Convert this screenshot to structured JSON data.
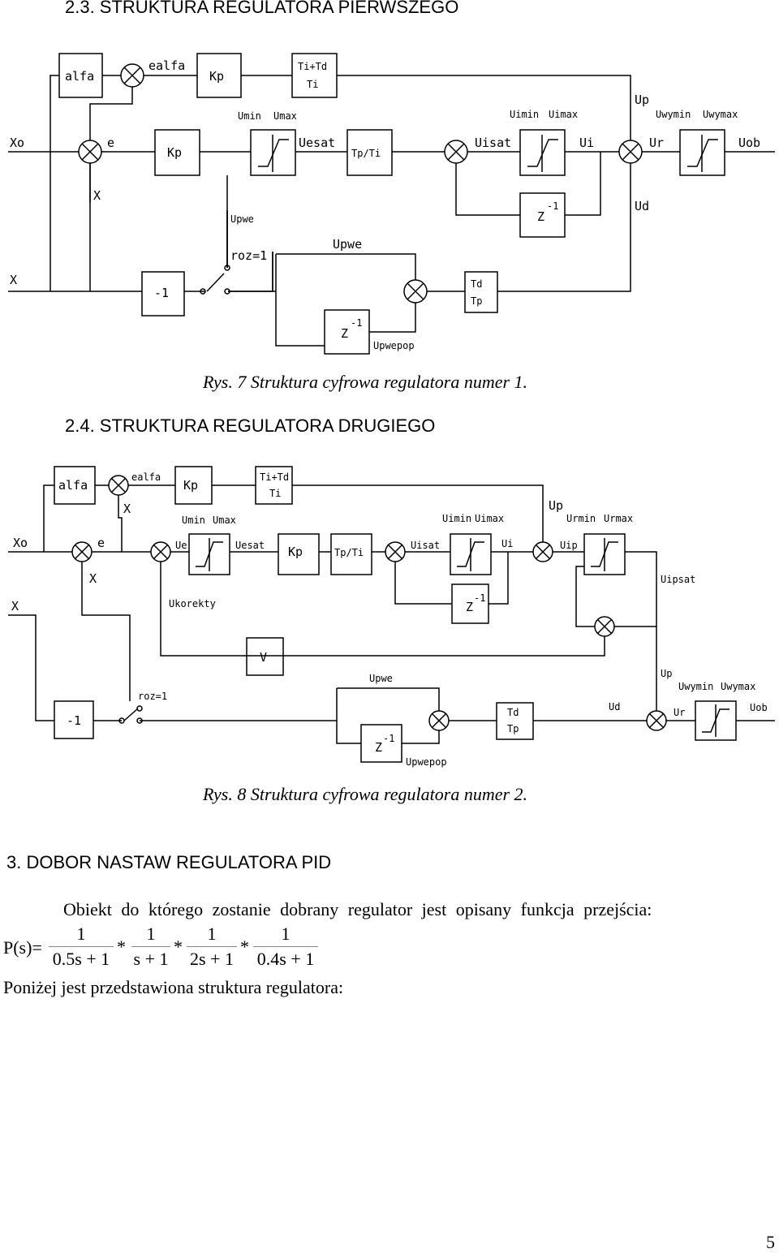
{
  "sections": {
    "s23": "2.3. STRUKTURA REGULATORA PIERWSZEGO",
    "s24": "2.4. STRUKTURA REGULATORA DRUGIEGO",
    "s3": "3. DOBOR NASTAW REGULATORA PID"
  },
  "captions": {
    "fig7": "Rys. 7 Struktura cyfrowa regulatora numer 1.",
    "fig8": "Rys. 8 Struktura cyfrowa regulatora numer 2."
  },
  "diagram1": {
    "alfa": "alfa",
    "ealfa": "ealfa",
    "kp_top": "Kp",
    "tiTd": "Ti+Td",
    "ti": "Ti",
    "xo": "Xo",
    "e": "e",
    "x1": "X",
    "kp": "Kp",
    "umin": "Umin",
    "umax": "Umax",
    "uesat": "Uesat",
    "tpti": "Tp/Ti",
    "uimin": "Uimin",
    "uimax": "Uimax",
    "uisat": "Uisat",
    "ui": "Ui",
    "up": "Up",
    "uwymin": "Uwymin",
    "uwymax": "Uwymax",
    "ur": "Ur",
    "uob": "Uob",
    "ud": "Ud",
    "z1": "Z",
    "z1exp": "-1",
    "upwe_side": "Upwe",
    "roz": "roz=1",
    "x2": "X",
    "neg1": "-1",
    "upwe": "Upwe",
    "td": "Td",
    "tp": "Tp",
    "z2": "Z",
    "z2exp": "-1",
    "upwepop": "Upwepop"
  },
  "diagram2": {
    "alfa": "alfa",
    "ealfa": "ealfa",
    "kp_top": "Kp",
    "tiTd": "Ti+Td",
    "ti": "Ti",
    "xa": "X",
    "xo": "Xo",
    "e": "e",
    "xb": "X",
    "x2": "X",
    "ue": "Ue",
    "umin": "Umin",
    "umax": "Umax",
    "uesat": "Uesat",
    "kp": "Kp",
    "tpti": "Tp/Ti",
    "uisat": "Uisat",
    "uimin": "Uimin",
    "uimax": "Uimax",
    "ui": "Ui",
    "up": "Up",
    "urmin": "Urmin",
    "urmax": "Urmax",
    "uip": "Uip",
    "uipsat": "Uipsat",
    "z1": "Z",
    "z1exp": "-1",
    "ukorekty": "Ukorekty",
    "v": "V",
    "up2": "Up",
    "uwymin": "Uwymin",
    "uwymax": "Uwymax",
    "ud": "Ud",
    "ur": "Ur",
    "uob": "Uob",
    "roz": "roz=1",
    "neg1": "-1",
    "upwe": "Upwe",
    "td": "Td",
    "tp": "Tp",
    "z2": "Z",
    "z2exp": "-1",
    "upwepop": "Upwepop"
  },
  "text": {
    "intro": "Obiekt do którego zostanie dobrany regulator jest opisany funkcja przejścia:",
    "ps": "P(s)=",
    "fractions": [
      {
        "num": "1",
        "den": "0.5s + 1"
      },
      {
        "num": "1",
        "den": "s + 1"
      },
      {
        "num": "1",
        "den": "2s + 1"
      },
      {
        "num": "1",
        "den": "0.4s + 1"
      }
    ],
    "star": "*",
    "outro": "Poniżej jest przedstawiona struktura regulatora:"
  },
  "page_number": "5"
}
